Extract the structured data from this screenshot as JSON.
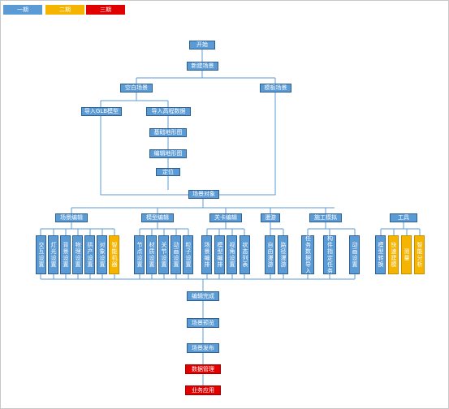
{
  "legend": [
    {
      "label": "一期",
      "color": "#5b9bd5"
    },
    {
      "label": "二期",
      "color": "#f4b400"
    },
    {
      "label": "三期",
      "color": "#e00000"
    }
  ],
  "nodes": {
    "start": "开始",
    "new_scene": "新建场景",
    "blank_scene": "空白场景",
    "template_scene": "模板场景",
    "import_glb": "导入GLB模型",
    "import_elevation": "导入高程数据",
    "base_terrain": "基础地形图",
    "edit_terrain": "编辑地形图",
    "locate": "定位",
    "scene_object": "场景对象",
    "scene_edit": "场景编辑",
    "model_edit": "模型编辑",
    "level_edit": "关卡编辑",
    "roam": "漫游",
    "construction_sim": "施工模拟",
    "tools": "工具",
    "interaction_settings": "交互设置",
    "light_settings": "灯光设置",
    "background_settings": "背景设置",
    "physics_settings": "物理设置",
    "camera_settings": "拱产设置",
    "object_settings": "对象设置",
    "smart_camera": "智能机器",
    "node_settings": "节点设置",
    "material_settings": "材质设置",
    "joint_settings": "关节设置",
    "animation_settings": "动画设置",
    "particle_settings": "粒子设置",
    "scene_orchestration": "场景编排",
    "model_orchestration": "模型编排",
    "view_settings": "视角设置",
    "state_list": "状态列表",
    "free_roam": "自由漫游",
    "route_roam": "路径漫游",
    "task_data_import": "任务数据导入",
    "component_task": "构件指定任务",
    "animation_setting2": "动画设置",
    "model_convert": "模型转换",
    "quick_build": "快速建模",
    "measure": "测量",
    "smart_analysis": "智能分析",
    "edit_done": "编辑完成",
    "scene_preview": "场景预览",
    "scene_publish": "场景发布",
    "data_manage": "数据管理",
    "business_app": "业务应用"
  }
}
